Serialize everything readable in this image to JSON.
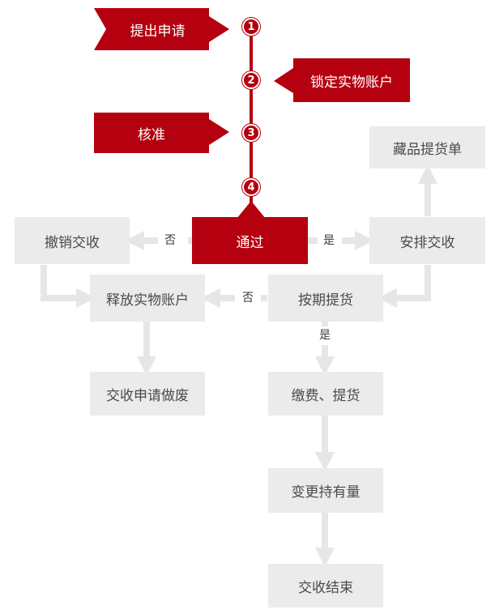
{
  "steps": {
    "s1": "提出申请",
    "s2": "锁定实物账户",
    "s3": "核准",
    "s4": "通过"
  },
  "step_numbers": [
    "1",
    "2",
    "3",
    "4"
  ],
  "nodes": {
    "revoke": "撤销交收",
    "release": "释放实物账户",
    "void": "交收申请做废",
    "receipt": "藏品提货单",
    "arrange": "安排交收",
    "ontime": "按期提货",
    "pay": "缴费、提货",
    "change": "变更持有量",
    "end": "交收结束"
  },
  "edges": {
    "no": "否",
    "yes": "是"
  },
  "colors": {
    "accent": "#b5000f",
    "box": "#ebebeb",
    "connector": "#e6e6e6"
  }
}
